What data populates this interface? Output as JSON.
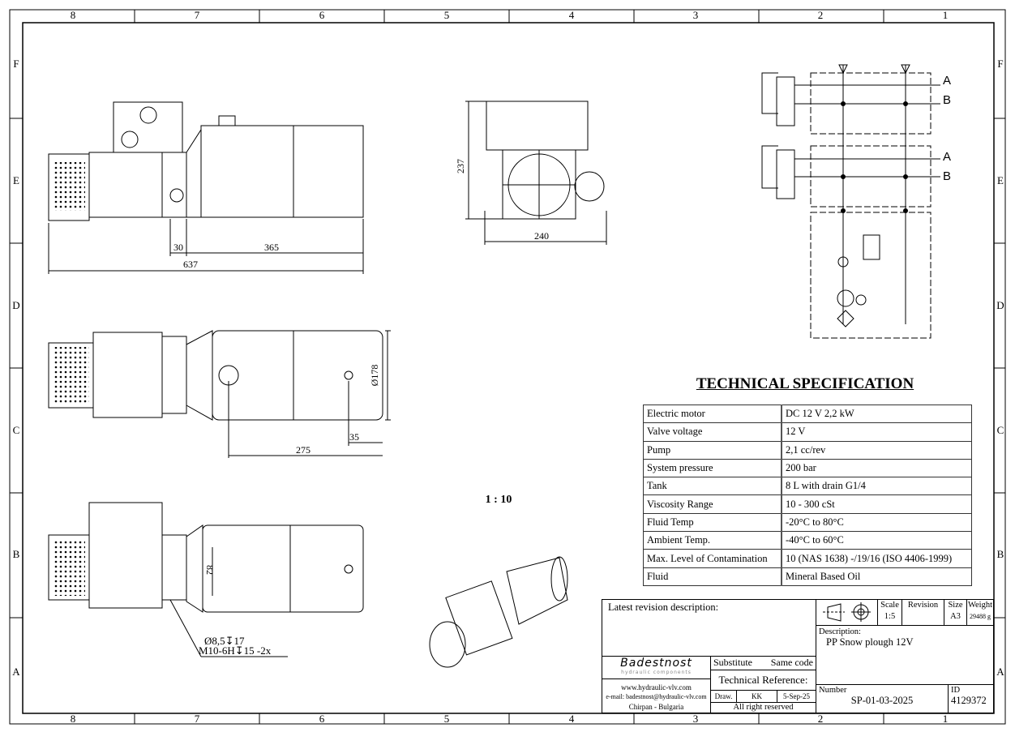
{
  "frame": {
    "columns": [
      "8",
      "7",
      "6",
      "5",
      "4",
      "3",
      "2",
      "1"
    ],
    "rows": [
      "F",
      "E",
      "D",
      "C",
      "B",
      "A"
    ]
  },
  "dimensions": {
    "top_view": {
      "d1": "30",
      "d2": "365",
      "d3": "637"
    },
    "end_view": {
      "height": "237",
      "width": "240"
    },
    "side_view": {
      "diameter": "Ø178",
      "d1": "35",
      "d2": "275"
    },
    "bottom_view": {
      "d1": "82",
      "hole1": "Ø8,5↧17",
      "hole2": "M10-6H↧15 -2x"
    }
  },
  "drawing_scale": "1 : 10",
  "schematic": {
    "ports": [
      "A",
      "B",
      "A",
      "B"
    ]
  },
  "spec": {
    "title": "TECHNICAL SPECIFICATION",
    "rows": [
      {
        "k": "Electric motor",
        "v": "DC 12 V 2,2 kW"
      },
      {
        "k": "Valve voltage",
        "v": "12 V"
      },
      {
        "k": "Pump",
        "v": "2,1 cc/rev"
      },
      {
        "k": "System pressure",
        "v": "200 bar"
      },
      {
        "k": "Tank",
        "v": "8 L with drain G1/4"
      },
      {
        "k": "Viscosity Range",
        "v": "10 - 300 cSt"
      },
      {
        "k": "Fluid Temp",
        "v": "-20°C to 80°C"
      },
      {
        "k": "Ambient Temp.",
        "v": "-40°C to 60°C"
      },
      {
        "k": "Max. Level of Contamination",
        "v": "10 (NAS 1638) -/19/16 (ISO 4406-1999)"
      },
      {
        "k": "Fluid",
        "v": "Mineral Based Oil"
      }
    ]
  },
  "title_block": {
    "revision_label": "Latest revision description:",
    "scale_label": "Scale",
    "scale": "1:5",
    "revision_col": "Revision",
    "size_label": "Size",
    "size": "A3",
    "weight_label": "Weight",
    "weight": "29488 g",
    "description_label": "Description:",
    "description": "PP Snow plough 12V",
    "company": "Badestnost",
    "company_sub": "hydraulic components",
    "website": "www.hydraulic-vlv.com",
    "email": "e-mail: badestnost@hydraulic-vlv.com",
    "location": "Chirpan - Bulgaria",
    "substitute": "Substitute",
    "same_code": "Same code",
    "tech_ref": "Technical Reference:",
    "draw_label": "Draw.",
    "drawer": "KK",
    "date": "5-Sep-25",
    "rights": "All right reserved",
    "number_label": "Number",
    "number": "SP-01-03-2025",
    "id_label": "ID",
    "id": "4129372"
  }
}
